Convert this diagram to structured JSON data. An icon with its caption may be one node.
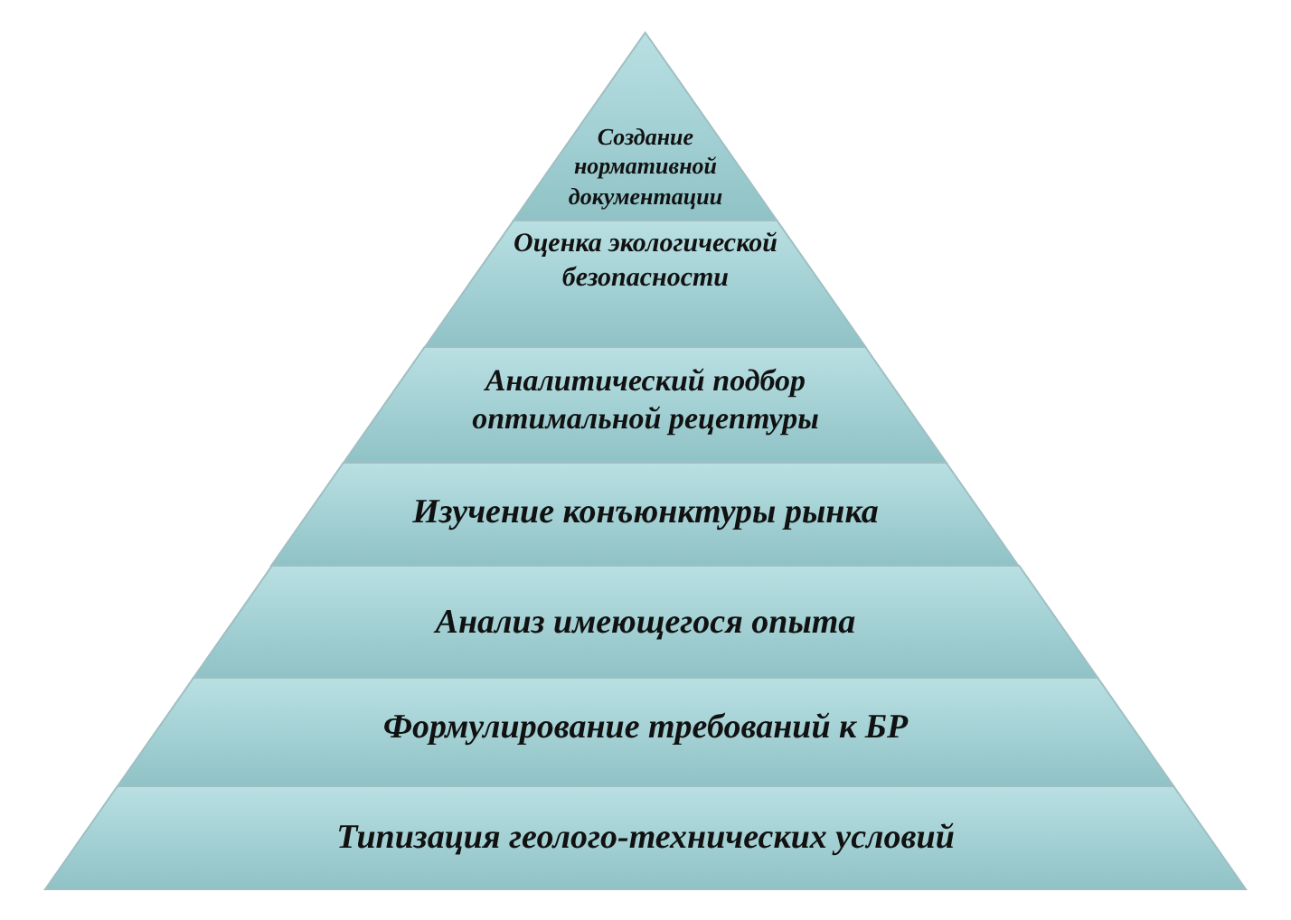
{
  "diagram": {
    "nodes": [
      {
        "text": [
          "Создание нормативной документации"
        ]
      },
      {
        "text": [
          "Оценка экологической безопасности"
        ]
      },
      {
        "text": [
          "Аналитический подбор оптимальной рецептуры"
        ]
      },
      {
        "text": [
          "Изучение конъюнктуры рынка"
        ]
      },
      {
        "text": [
          "Анализ имеющегося опыта"
        ]
      },
      {
        "text": [
          "Формулирование требований к БР"
        ]
      },
      {
        "text": [
          "Типизация геолого-технических условий"
        ]
      }
    ]
  }
}
